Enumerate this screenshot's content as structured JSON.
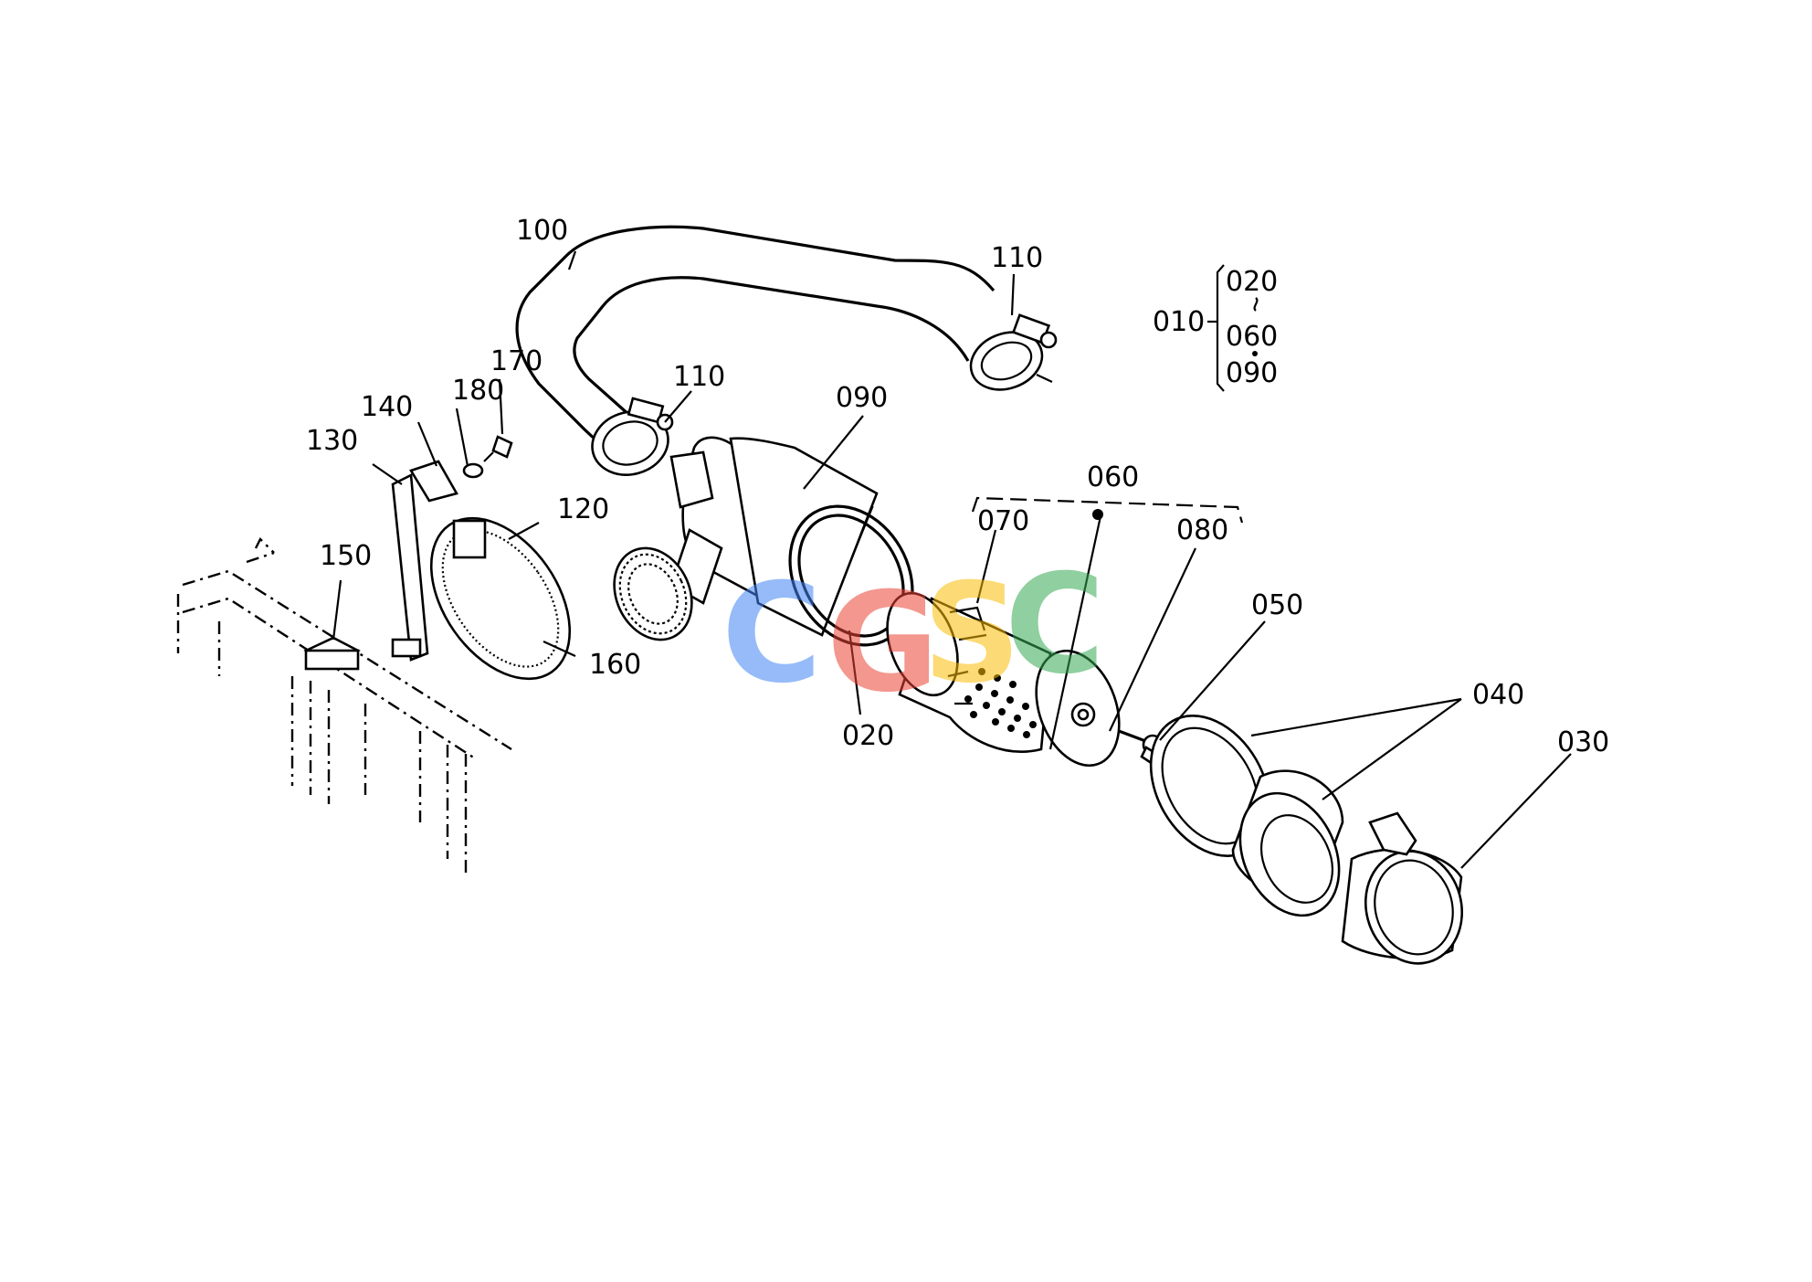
{
  "part_labels": {
    "p010": "010",
    "p020_a": "020",
    "p020_b": "020",
    "p030": "030",
    "p040": "040",
    "p050": "050",
    "p060_a": "060",
    "p060_b": "060",
    "p070": "070",
    "p080": "080",
    "p090_a": "090",
    "p090_b": "090",
    "p100": "100",
    "p110_a": "110",
    "p110_b": "110",
    "p120": "120",
    "p130": "130",
    "p140": "140",
    "p150": "150",
    "p160": "160",
    "p170": "170",
    "p180": "180"
  },
  "watermark": {
    "letters": [
      "C",
      "G",
      "S",
      "C"
    ],
    "colors": [
      "#4285F4",
      "#EA4335",
      "#FBBC05",
      "#34A853"
    ]
  }
}
